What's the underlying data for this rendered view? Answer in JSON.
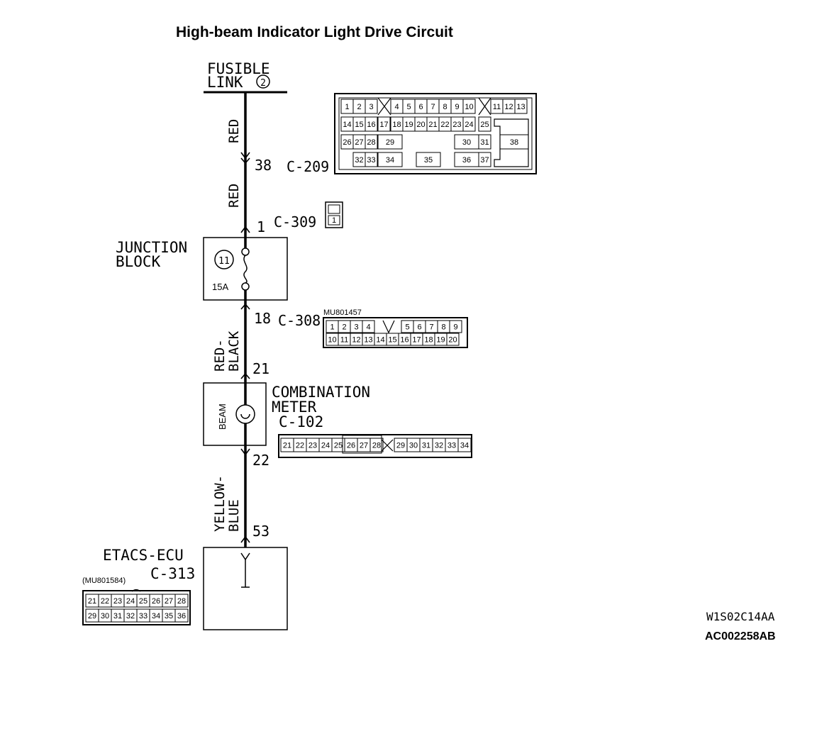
{
  "title": "High-beam Indicator Light Drive Circuit",
  "fusible_link": {
    "line1": "FUSIBLE",
    "line2": "LINK",
    "number": "2"
  },
  "wires": {
    "red_top": "RED",
    "red_mid": "RED",
    "rb_1": "RED-",
    "rb_2": "BLACK",
    "yb_1": "YELLOW-",
    "yb_2": "BLUE"
  },
  "pins": {
    "p38": "38",
    "p1": "1",
    "p18": "18",
    "p21": "21",
    "p22": "22",
    "p53": "53"
  },
  "connectors": {
    "c209": "C-209",
    "c309": "C-309",
    "c308": "C-308",
    "c102": "C-102",
    "c313": "C-313"
  },
  "junction_block": {
    "line1": "JUNCTION",
    "line2": "BLOCK",
    "fuse_number": "11",
    "fuse_rating": "15A"
  },
  "combination_meter": {
    "line1": "COMBINATION",
    "line2": "METER",
    "beam": "BEAM"
  },
  "etacs": {
    "label": "ETACS-ECU"
  },
  "part_numbers": {
    "c308": "MU801457",
    "c313": "(MU801584)"
  },
  "c209_pins": {
    "row1": [
      "1",
      "2",
      "3",
      "4",
      "5",
      "6",
      "7",
      "8",
      "9",
      "10",
      "11",
      "12",
      "13"
    ],
    "row2": [
      "14",
      "15",
      "16",
      "17",
      "18",
      "19",
      "20",
      "21",
      "22",
      "23",
      "24",
      "25"
    ],
    "row3": [
      "26",
      "27",
      "28",
      "29",
      "30",
      "31",
      "38"
    ],
    "row4": [
      "32",
      "33",
      "34",
      "35",
      "36",
      "37"
    ]
  },
  "c309_pins": [
    "1"
  ],
  "c308_pins": {
    "row1": [
      "1",
      "2",
      "3",
      "4",
      "5",
      "6",
      "7",
      "8",
      "9"
    ],
    "row2": [
      "10",
      "11",
      "12",
      "13",
      "14",
      "15",
      "16",
      "17",
      "18",
      "19",
      "20"
    ]
  },
  "c102_pins": [
    "21",
    "22",
    "23",
    "24",
    "25",
    "26",
    "27",
    "28",
    "29",
    "30",
    "31",
    "32",
    "33",
    "34"
  ],
  "c313_pins": {
    "row1": [
      "21",
      "22",
      "23",
      "24",
      "25",
      "26",
      "27",
      "28"
    ],
    "row2": [
      "29",
      "30",
      "31",
      "32",
      "33",
      "34",
      "35",
      "36"
    ]
  },
  "codes": {
    "drawing": "W1S02C14AA",
    "ref": "AC002258AB"
  }
}
